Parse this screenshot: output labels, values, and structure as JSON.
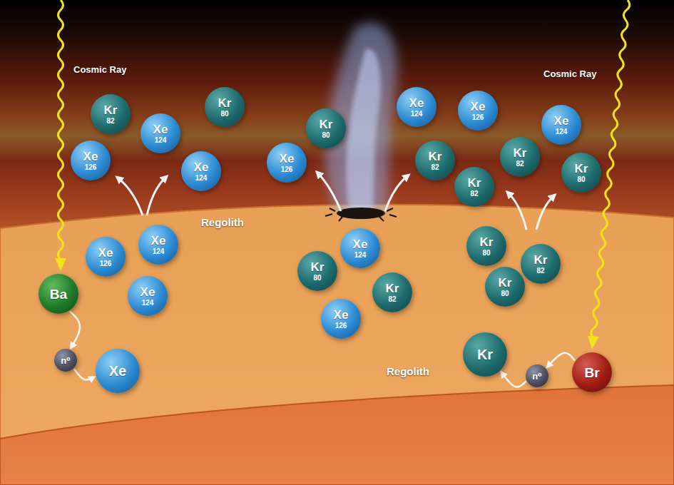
{
  "diagram": {
    "nodes": [
      {
        "text": [
          "Kr",
          "82"
        ]
      },
      {
        "text": [
          "Kr",
          "80"
        ]
      },
      {
        "text": [
          "Xe",
          "124"
        ]
      },
      {
        "text": [
          "Xe",
          "126"
        ]
      },
      {
        "text": [
          "Xe",
          "124"
        ]
      },
      {
        "text": [
          "Kr",
          "80"
        ]
      },
      {
        "text": [
          "Xe",
          "126"
        ]
      },
      {
        "text": [
          "Xe",
          "124"
        ]
      },
      {
        "text": [
          "Xe",
          "126"
        ]
      },
      {
        "text": [
          "Xe",
          "124"
        ]
      },
      {
        "text": [
          "Kr",
          "82"
        ]
      },
      {
        "text": [
          "Kr",
          "82"
        ]
      },
      {
        "text": [
          "Kr",
          "80"
        ]
      },
      {
        "text": [
          "Kr",
          "82"
        ]
      },
      {
        "text": [
          "Xe",
          "124"
        ]
      },
      {
        "text": [
          "Xe",
          "126"
        ]
      },
      {
        "text": [
          "Xe",
          "124"
        ]
      },
      {
        "text": [
          "Xe",
          "124"
        ]
      },
      {
        "text": [
          "Kr",
          "80"
        ]
      },
      {
        "text": [
          "Kr",
          "82"
        ]
      },
      {
        "text": [
          "Xe",
          "126"
        ]
      },
      {
        "text": [
          "Kr",
          "80"
        ]
      },
      {
        "text": [
          "Kr",
          "82"
        ]
      },
      {
        "text": [
          "Kr",
          "80"
        ]
      },
      {
        "text": [
          "Ba"
        ]
      },
      {
        "text": [
          "n⁰"
        ]
      },
      {
        "text": [
          "Xe"
        ]
      },
      {
        "text": [
          "Kr"
        ]
      },
      {
        "text": [
          "n⁰"
        ]
      },
      {
        "text": [
          "Br"
        ]
      }
    ],
    "edges": [
      {
        "from": 24,
        "to": 25,
        "arrow": "to"
      },
      {
        "from": 25,
        "to": 26,
        "arrow": "to"
      },
      {
        "from": 29,
        "to": 28,
        "arrow": "to"
      },
      {
        "from": 28,
        "to": 27,
        "arrow": "to"
      }
    ],
    "labels": [
      "Cosmic Ray",
      "Cosmic Ray",
      "Regolith",
      "Regolith"
    ]
  }
}
